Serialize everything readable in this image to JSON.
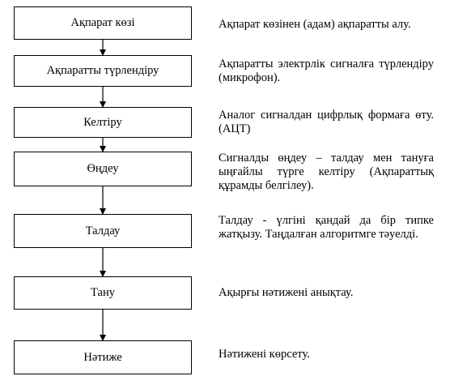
{
  "steps": [
    {
      "label": "Ақпарат көзі",
      "description": "Ақпарат көзінен (адам) ақпаратты алу."
    },
    {
      "label": "Ақпаратты түрлендіру",
      "description": "Ақпаратты электрлік сигналға түрлендіру (микрофон)."
    },
    {
      "label": "Келтіру",
      "description": "Аналог сигналдан цифрлық формаға өту. (АЦТ)"
    },
    {
      "label": "Өңдеу",
      "description": "Сигналды өңдеу – талдау мен тануға ыңғайлы түрге келтіру (Ақпараттық құрамды белгілеу)."
    },
    {
      "label": "Талдау",
      "description": "Талдау - үлгіні қандай да бір типке жатқызу. Таңдалған алгоритмге тәуелді."
    },
    {
      "label": "Тану",
      "description": "Ақырғы нәтижені анықтау."
    },
    {
      "label": "Нәтиже",
      "description": "Нәтижені көрсету."
    }
  ]
}
